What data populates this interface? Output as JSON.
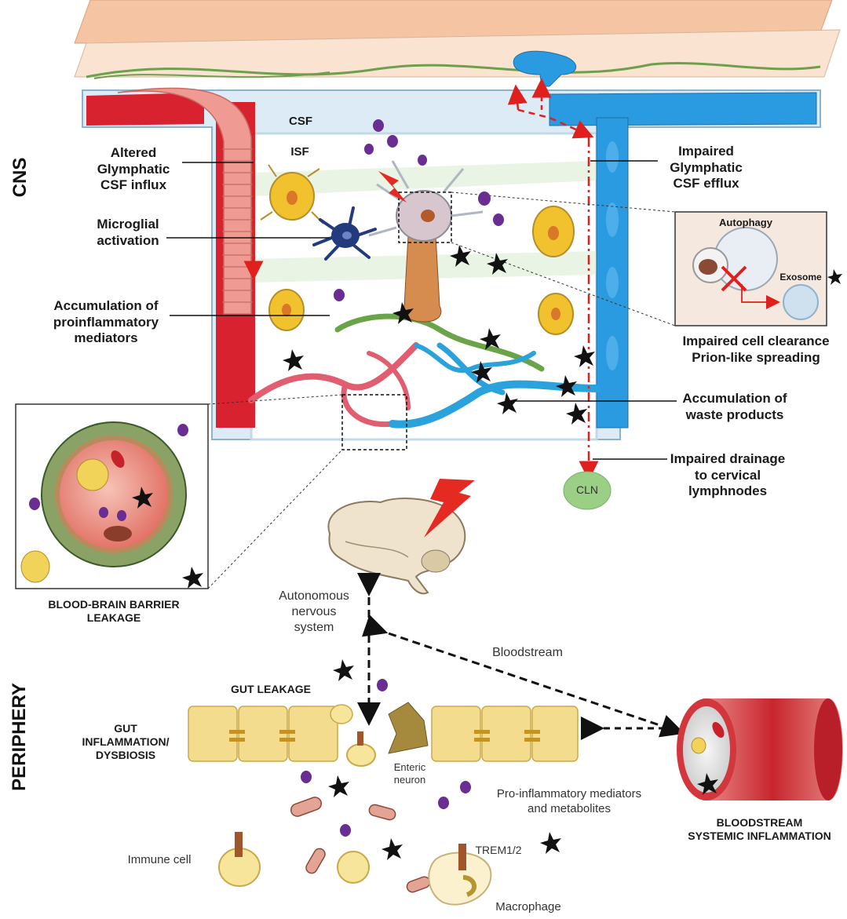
{
  "sections": {
    "cns": "CNS",
    "periphery": "PERIPHERY"
  },
  "labels": {
    "csf": "CSF",
    "isf": "ISF",
    "altered_influx": "Altered\nGlymphatic\nCSF influx",
    "microglial": "Microglial\nactivation",
    "accum_proinflam": "Accumulation of\nproinflammatory\nmediators",
    "impaired_efflux": "Impaired\nGlymphatic\nCSF efflux",
    "autophagy": "Autophagy",
    "exosome": "Exosome",
    "impaired_clearance": "Impaired cell clearance\nPrion-like spreading",
    "accum_waste": "Accumulation of\nwaste products",
    "impaired_drainage": "Impaired drainage\nto cervical\nlymphnodes",
    "cln": "CLN",
    "bbb_leakage": "BLOOD-BRAIN BARRIER\nLEAKAGE",
    "autonomous": "Autonomous\nnervous\nsystem",
    "bloodstream": "Bloodstream",
    "gut_leakage": "GUT LEAKAGE",
    "gut_inflammation": "GUT\nINFLAMMATION/\nDYSBIOSIS",
    "enteric_neuron": "Enteric\nneuron",
    "pro_inflam_mediators": "Pro-inflammatory mediators\nand metabolites",
    "immune_cell": "Immune cell",
    "trem": "TREM1/2",
    "macrophage": "Macrophage",
    "bloodstream_systemic": "BLOODSTREAM\nSYSTEMIC INFLAMMATION"
  },
  "colors": {
    "artery": "#d8222f",
    "artery_light": "#ef9a93",
    "vein": "#2a9be0",
    "csf_space": "#d9e9f5",
    "meninges": "#f6c9a8",
    "astrocyte": "#f2c12e",
    "toxin": "#111111",
    "mediator": "#6a2d91",
    "arrow_red": "#e0201c",
    "cln_green": "#9ccf86"
  },
  "icons": [
    "neuron-icon",
    "microglia-icon",
    "astrocyte-icon",
    "brain-icon",
    "lightning-icon",
    "blood-vessel-icon",
    "gut-epithelium-icon",
    "bacteria-icon",
    "macrophage-icon",
    "immune-cell-icon"
  ]
}
